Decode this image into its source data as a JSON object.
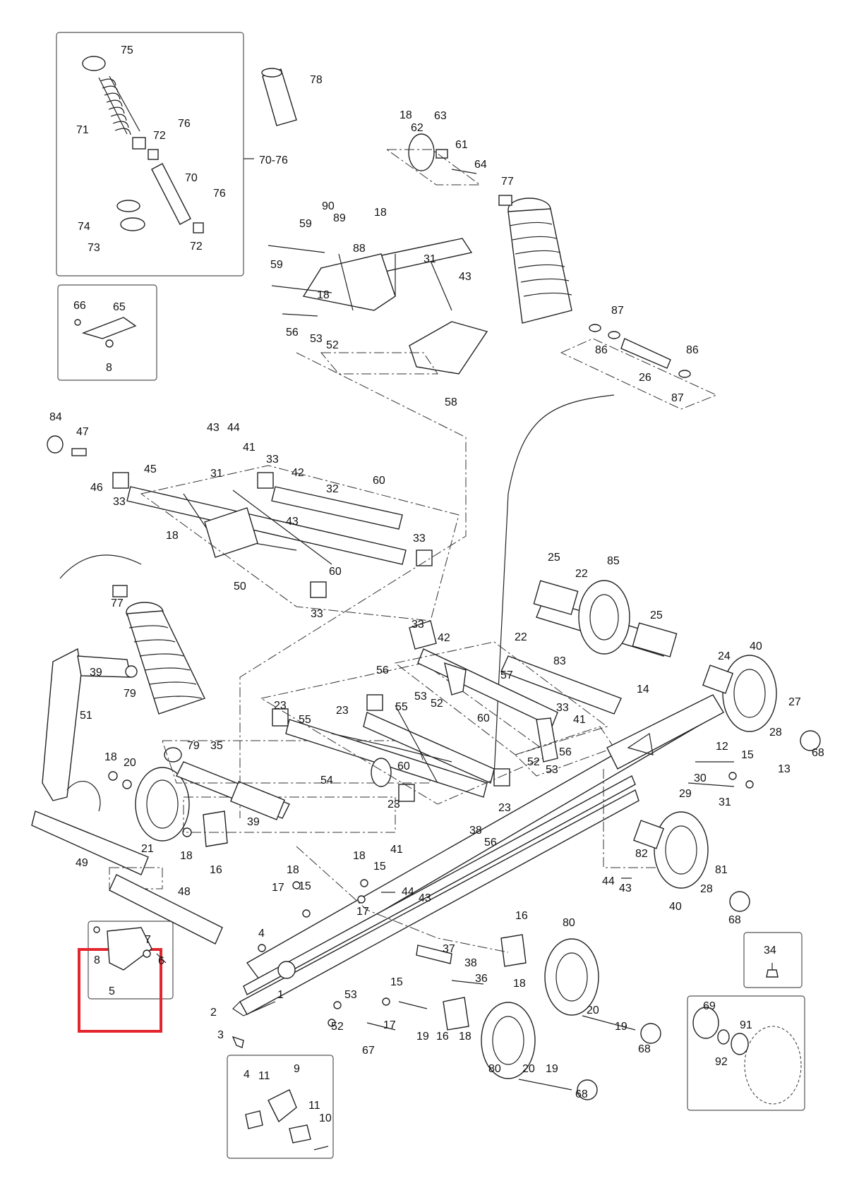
{
  "highlight_color": "#e3262d",
  "labels": {
    "l75": "75",
    "l78": "78",
    "l71": "71",
    "l72a": "72",
    "l76a": "76",
    "l70": "70",
    "l7076": "70-76",
    "l76b": "76",
    "l74": "74",
    "l73": "73",
    "l72b": "72",
    "l66": "66",
    "l65": "65",
    "l8a": "8",
    "l18a": "18",
    "l62": "62",
    "l63": "63",
    "l61": "61",
    "l64": "64",
    "l77a": "77",
    "l90": "90",
    "l89": "89",
    "l18b": "18",
    "l59a": "59",
    "l88": "88",
    "l31a": "31",
    "l59b": "59",
    "l43a": "43",
    "l18c": "18",
    "l56a": "56",
    "l53a": "53",
    "l52a": "52",
    "l58": "58",
    "l87a": "87",
    "l86a": "86",
    "l86b": "86",
    "l26": "26",
    "l87b": "87",
    "l84": "84",
    "l47": "47",
    "l43b": "43",
    "l44a": "44",
    "l41a": "41",
    "l33a": "33",
    "l42a": "42",
    "l45": "45",
    "l46": "46",
    "l33b": "33",
    "l31b": "31",
    "l32": "32",
    "l60a": "60",
    "l18d": "18",
    "l43c": "43",
    "l33c": "33",
    "l60b": "60",
    "l50": "50",
    "l77b": "77",
    "l33d": "33",
    "l25a": "25",
    "l85": "85",
    "l22a": "22",
    "l25b": "25",
    "l33e": "33",
    "l42b": "42",
    "l22b": "22",
    "l83": "83",
    "l56b": "56",
    "l57": "57",
    "l53b": "53",
    "l52b": "52",
    "l24": "24",
    "l40a": "40",
    "l23a": "23",
    "l55a": "55",
    "l23b": "23",
    "l55b": "55",
    "l60c": "60",
    "l33f": "33",
    "l41b": "41",
    "l14": "14",
    "l27": "27",
    "l28a": "28",
    "l6x": "68",
    "l12": "12",
    "l15a": "15",
    "l56c": "56",
    "l13": "13",
    "l52c": "52",
    "l53c": "53",
    "l30": "30",
    "l29": "29",
    "l31c": "31",
    "l60d": "60",
    "l54": "54",
    "l23c": "23",
    "l23d": "23",
    "l39a": "39",
    "l79a": "79",
    "l51": "51",
    "l79b": "79",
    "l35": "35",
    "l18e": "18",
    "l20a": "20",
    "l39b": "39",
    "l38a": "38",
    "l56d": "56",
    "l82": "82",
    "l21": "21",
    "l18f": "18",
    "l16a": "16",
    "l49": "49",
    "l48": "48",
    "l18g": "18",
    "l15b": "15",
    "l41c": "41",
    "l44b": "44",
    "l43d": "43",
    "l81": "81",
    "l28b": "28",
    "l40b": "40",
    "l68a": "68",
    "l18h": "18",
    "l17a": "17",
    "l15c": "15",
    "l17b": "17",
    "l43e": "43",
    "l7": "7",
    "l8b": "8",
    "l6": "6",
    "l5": "5",
    "l4a": "4",
    "l16b": "16",
    "l80a": "80",
    "l37": "37",
    "l38b": "38",
    "l36": "36",
    "l18i": "18",
    "l1": "1",
    "l2": "2",
    "l15d": "15",
    "l53d": "53",
    "l52d": "52",
    "l17c": "17",
    "l19a": "19",
    "l16c": "16",
    "l18j": "18",
    "l20b": "20",
    "l19b": "19",
    "l68b": "68",
    "l3": "3",
    "l67": "67",
    "l80b": "80",
    "l20c": "20",
    "l19c": "19",
    "l68c": "68",
    "l34": "34",
    "l69": "69",
    "l91": "91",
    "l92": "92",
    "l4b": "4",
    "l11a": "11",
    "l9": "9",
    "l11b": "11",
    "l10": "10"
  }
}
